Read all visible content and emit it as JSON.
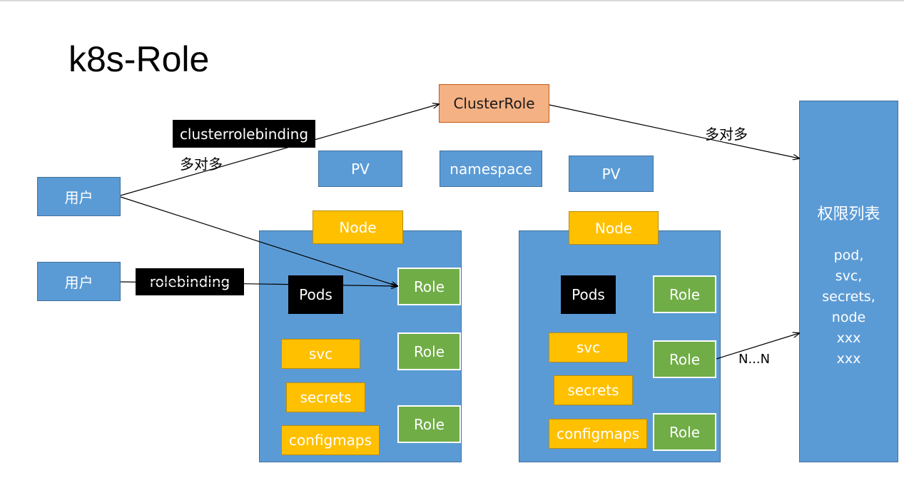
{
  "title": "k8s-Role",
  "nodes": {
    "cluster_role": "ClusterRole",
    "clusterrolebinding": "clusterrolebinding",
    "rolebinding": "rolebinding",
    "user1": "用户",
    "user2": "用户",
    "pv1": "PV",
    "namespace": "namespace",
    "pv2": "PV",
    "node1": {
      "label": "Node",
      "pods": "Pods",
      "svc": "svc",
      "secrets": "secrets",
      "configmaps": "configmaps",
      "roles": [
        "Role",
        "Role",
        "Role"
      ]
    },
    "node2": {
      "label": "Node",
      "pods": "Pods",
      "svc": "svc",
      "secrets": "secrets",
      "configmaps": "configmaps",
      "roles": [
        "Role",
        "Role",
        "Role"
      ]
    }
  },
  "edge_labels": {
    "many_to_many_left": "多对多",
    "many_to_many_right": "多对多",
    "n_to_n": "N...N"
  },
  "permission_list": {
    "title": "权限列表",
    "items": [
      "pod,",
      "svc,",
      "secrets,",
      "node",
      "xxx",
      "xxx"
    ]
  },
  "colors": {
    "blue": "#5b9bd5",
    "orange": "#f4b183",
    "yellow": "#ffc000",
    "green": "#70ad47",
    "black": "#000000"
  }
}
